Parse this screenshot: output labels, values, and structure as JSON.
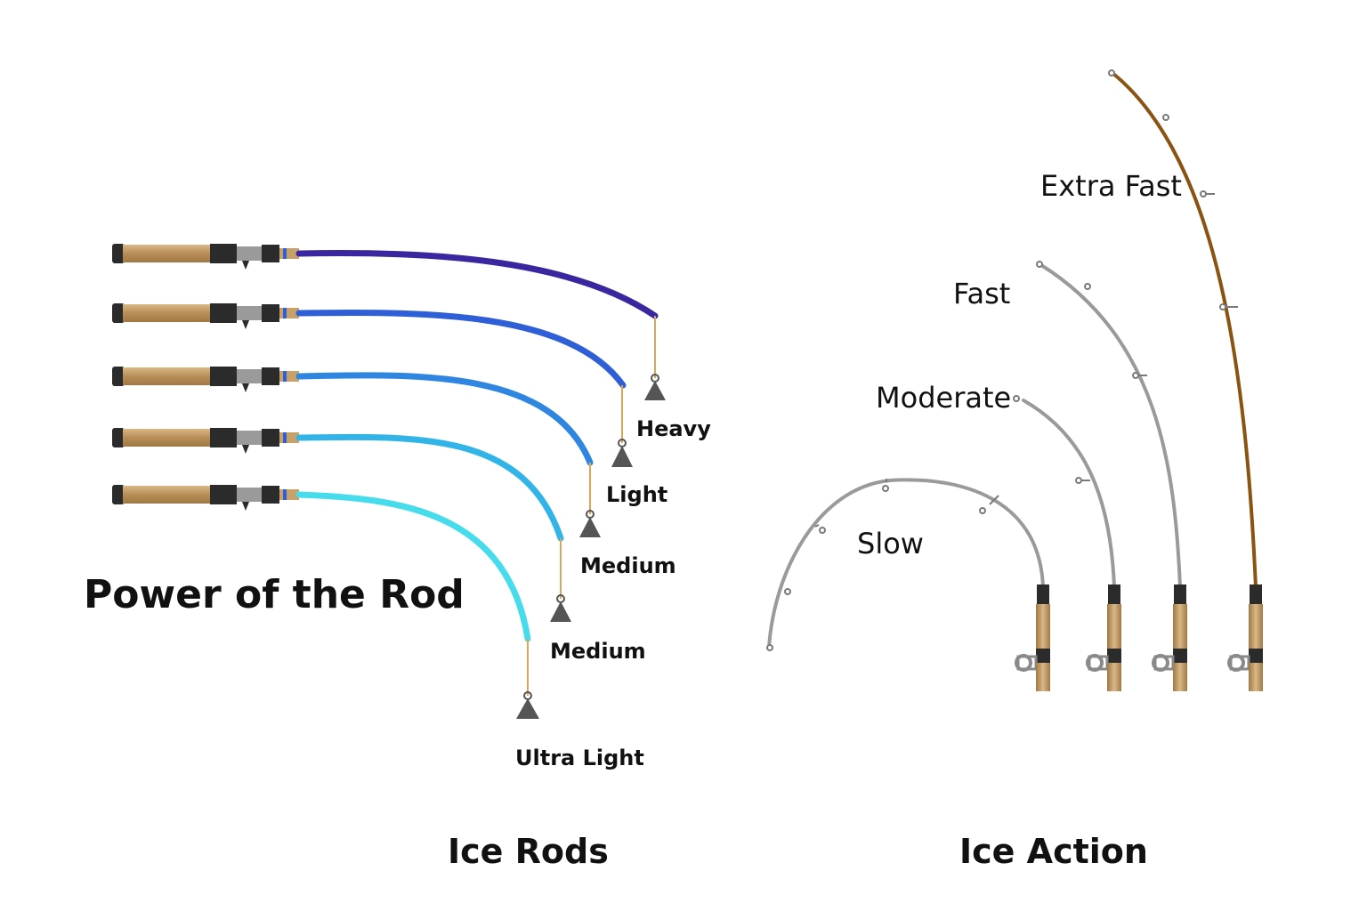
{
  "power": {
    "title": "Power of the Rod",
    "caption": "Ice Rods",
    "rods": [
      {
        "id": "heavy",
        "label": "Heavy",
        "color": "#3a27a0"
      },
      {
        "id": "light",
        "label": "Light",
        "color": "#2f5fd6"
      },
      {
        "id": "medium-1",
        "label": "Medium",
        "color": "#2f86e0"
      },
      {
        "id": "medium-2",
        "label": "Medium",
        "color": "#33b4e8"
      },
      {
        "id": "ultra-light",
        "label": "Ultra Light",
        "color": "#46dcec"
      }
    ]
  },
  "action": {
    "caption": "Ice Action",
    "rods": [
      {
        "id": "slow",
        "label": "Slow",
        "color": "#9a9a9a"
      },
      {
        "id": "moderate",
        "label": "Moderate",
        "color": "#9a9a9a"
      },
      {
        "id": "fast",
        "label": "Fast",
        "color": "#9a9a9a"
      },
      {
        "id": "extra-fast",
        "label": "Extra Fast",
        "color": "#8a5312"
      }
    ]
  },
  "colors": {
    "cork": "#c8a06a",
    "reelseat": "#2b2b2b",
    "line": "#d6a75c",
    "sinker": "#555555"
  }
}
